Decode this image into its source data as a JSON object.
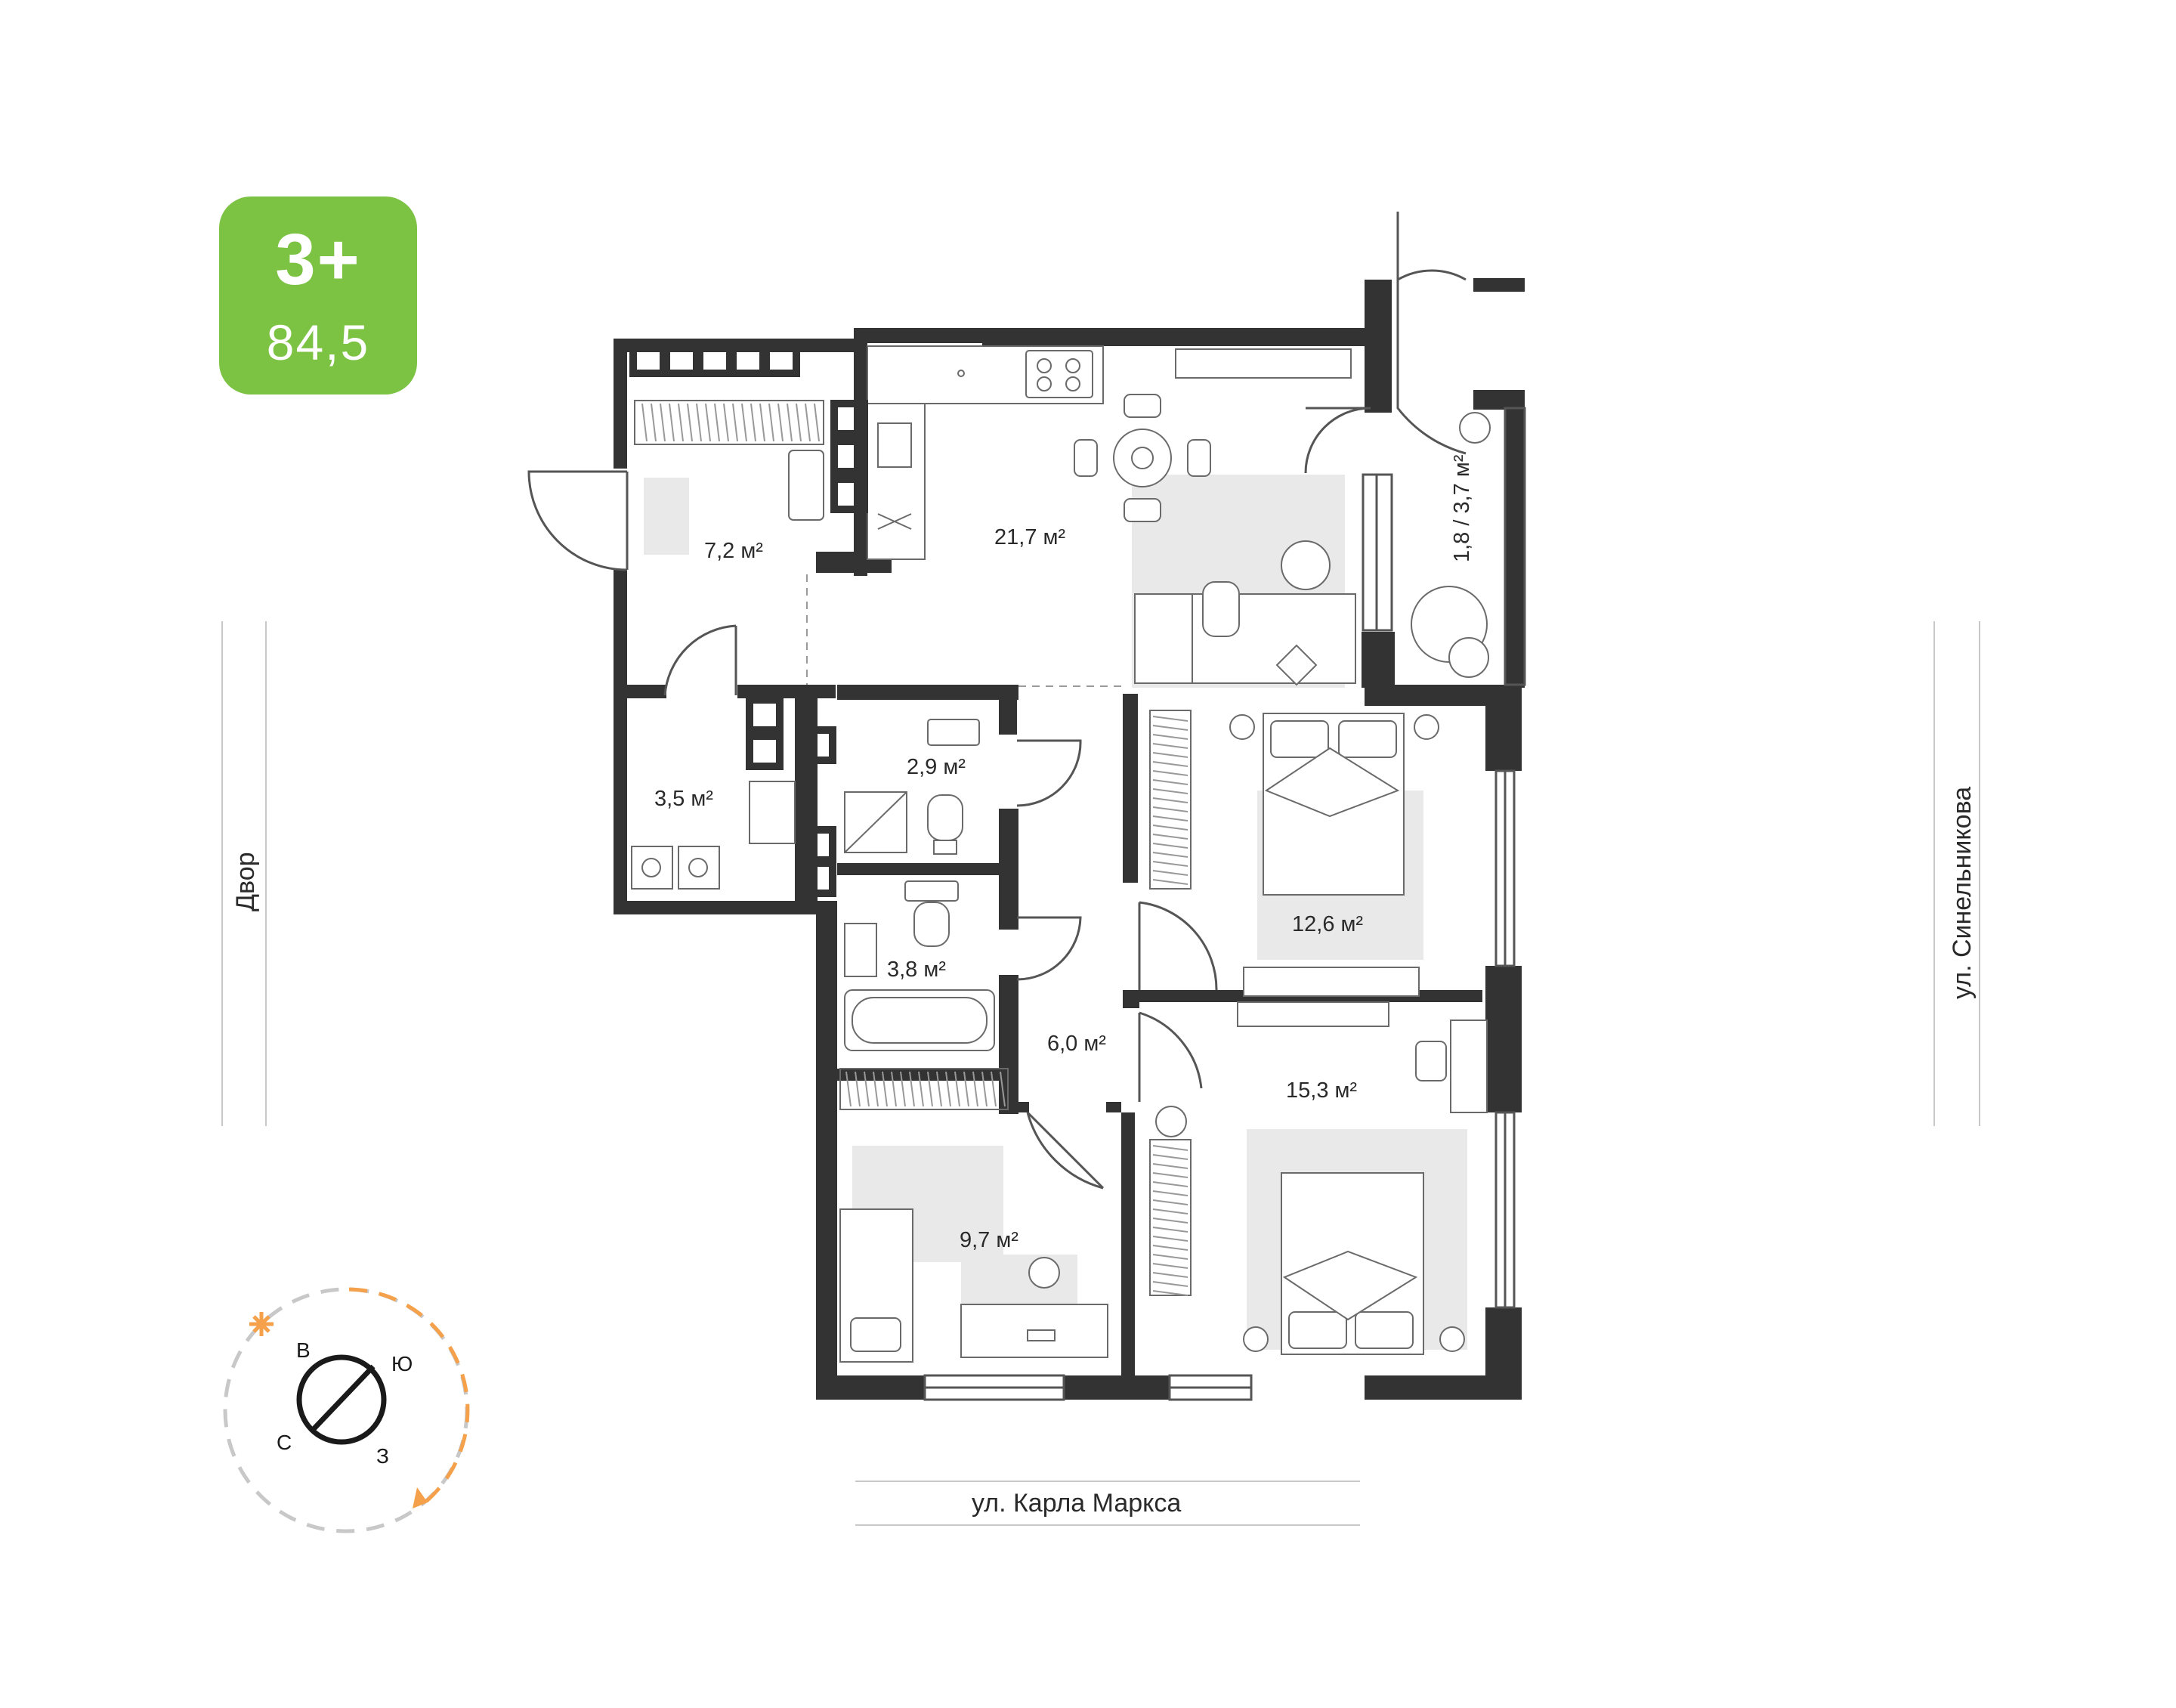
{
  "badge": {
    "rooms": "3+",
    "area": "84,5",
    "color": "#7cc243"
  },
  "rooms": {
    "hall": "7,2 м²",
    "kitchen_living": "21,7 м²",
    "loggia": "1,8 / 3,7 м²",
    "storage": "3,5 м²",
    "wc": "2,9 м²",
    "bedroom1": "12,6 м²",
    "bathroom": "3,8 м²",
    "corridor": "6,0 м²",
    "bedroom2": "15,3 м²",
    "kids": "9,7 м²"
  },
  "streets": {
    "left": "Двор",
    "right": "ул. Синельникова",
    "bottom": "ул. Карла Маркса"
  },
  "compass": {
    "north": "С",
    "east": "В",
    "south": "Ю",
    "west": "З",
    "accent": "#f5a04a"
  },
  "colors": {
    "wall": "#333333",
    "rug": "#e9e9e9",
    "line": "#7a7a7a"
  }
}
